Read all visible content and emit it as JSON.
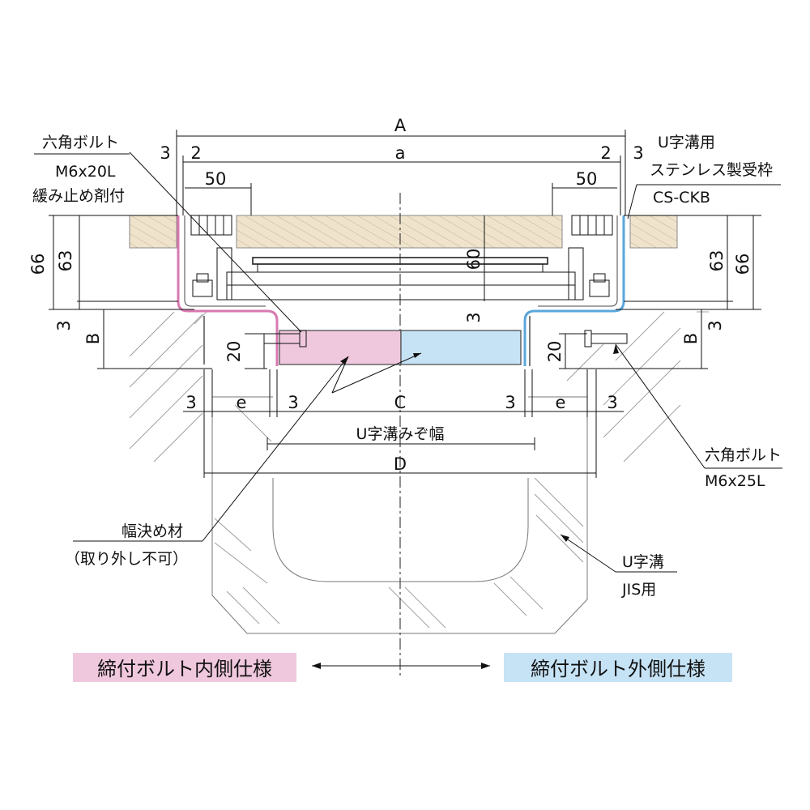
{
  "dimensions": {
    "A": "A",
    "a": "a",
    "three": "3",
    "two": "2",
    "fifty": "50",
    "sixtysix": "66",
    "sixtythree": "63",
    "sixty": "60",
    "B": "B",
    "twenty": "20",
    "e": "e",
    "C": "C",
    "D": "D"
  },
  "labels": {
    "hex_bolt_left": "六角ボルト",
    "bolt_left_size": "M6x20L",
    "bolt_left_note": "緩み止め剤付",
    "frame_line1": "U字溝用",
    "frame_line2": "ステンレス製受枠",
    "frame_model": "CS-CKB",
    "trench_width": "U字溝みぞ幅",
    "hex_bolt_right": "六角ボルト",
    "bolt_right_size": "M6x25L",
    "spacer_line1": "幅決め材",
    "spacer_line2": "（取り外し不可）",
    "utrench_line1": "U字溝",
    "utrench_line2": "JIS用"
  },
  "legend": {
    "inner": "締付ボルト内側仕様",
    "outer": "締付ボルト外側仕様",
    "inner_color": "#f0c8de",
    "outer_color": "#c6e3f6"
  },
  "colors": {
    "inner_spec": "#f0c8de",
    "outer_spec": "#c6e3f6",
    "pavement": "#efe3cc",
    "inner_stroke": "#d879b0",
    "outer_stroke": "#5aa6dc"
  }
}
